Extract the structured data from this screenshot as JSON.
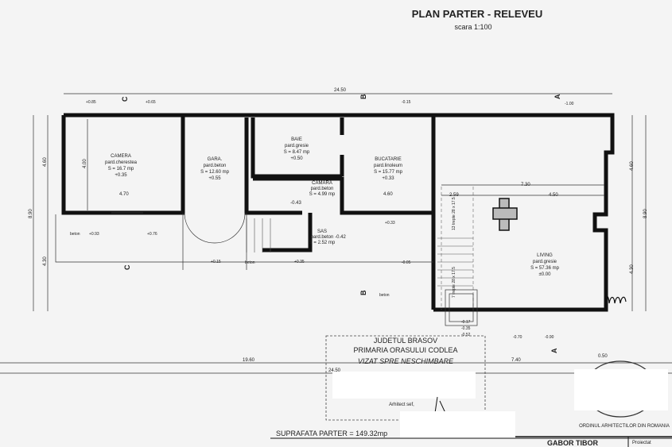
{
  "title": "PLAN PARTER - RELEVEU",
  "scale": "scara 1:100",
  "rooms": [
    {
      "name": "CAMERA",
      "floor": "pard.cherestea",
      "area": "S = 16.7 mp",
      "level": "+0.35"
    },
    {
      "name": "GARA.",
      "floor": "pard.beton",
      "area": "S = 12.60 mp",
      "level": "+0.55"
    },
    {
      "name": "BAIE",
      "floor": "pard.gresie",
      "area": "S = 8.47 mp",
      "level": "+0.50"
    },
    {
      "name": "CAMARA",
      "floor": "pard.beton",
      "area": "S = 4.99 mp",
      "level": "-0.43"
    },
    {
      "name": "SAS",
      "floor": "pard.beton",
      "area": "S = 2.52 mp",
      "level": "-0.42"
    },
    {
      "name": "BUCATARIE",
      "floor": "pard.linoleum",
      "area": "S = 15.77 mp",
      "level": "+0.33"
    },
    {
      "name": "LIVING",
      "floor": "pard.gresie",
      "area": "S = 57.36 mp",
      "level": "±0.00"
    }
  ],
  "dimensions": {
    "total_length": "24.50",
    "total_depth": "8.90",
    "upper_depth": "4.60",
    "lower_depth": "4.30",
    "right_width": "7.40",
    "left_width": "19.60",
    "living_inner": "7.30",
    "living_part": "4.50",
    "camera_width": "4.70",
    "camera_depth": "4.00",
    "bucatarie_width": "4.60",
    "stair_width": "2.59",
    "projection": "0.50",
    "bottom_total": "24.50"
  },
  "stairs": [
    "13 trepte 28 x 17.5",
    "7 trepte 28 x 17.5"
  ],
  "exterior_labels": [
    "beton",
    "beton",
    "beton"
  ],
  "levels": [
    "+0.85",
    "+0.65",
    "-0.15",
    "-1.00",
    "+0.93",
    "+0.76",
    "+0.15",
    "+0.35",
    "-0.05",
    "-0.17",
    "-0.35",
    "-0.52",
    "-0.70",
    "-0.90",
    "+0.33"
  ],
  "sections": [
    "C",
    "C",
    "B",
    "B",
    "A",
    "A"
  ],
  "stamp": {
    "line1": "JUDETUL BRASOV",
    "line2": "PRIMARIA ORASULUI CODLEA",
    "line3": "VIZAT SPRE NESCHIMBARE",
    "line4": "Arhitect sef,"
  },
  "surface": "SUPRAFATA PARTER = 149.32mp",
  "title_block": {
    "name": "GABOR TIBOR",
    "role": "Proiectat"
  },
  "seal_text": "ORDINUL ARHITECTILOR DIN ROMANIA"
}
